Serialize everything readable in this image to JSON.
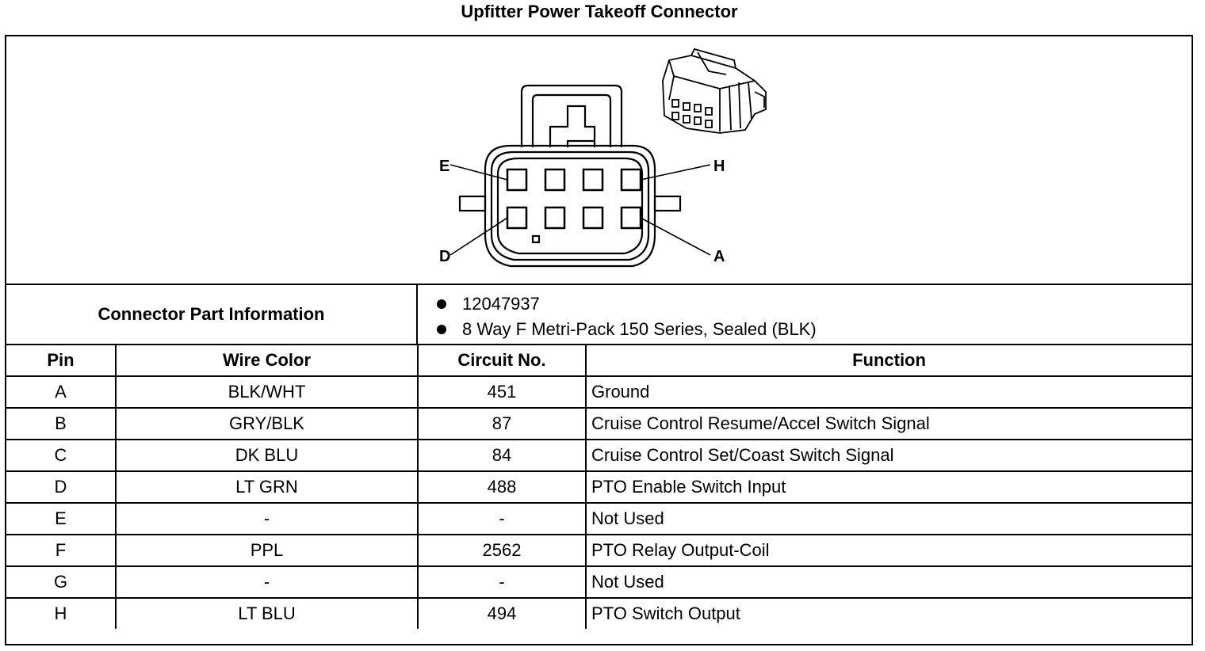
{
  "title": "Upfitter Power Takeoff Connector",
  "diagram": {
    "pin_labels": [
      "E",
      "H",
      "D",
      "A"
    ]
  },
  "part_info": {
    "label": "Connector Part Information",
    "items": [
      "12047937",
      "8 Way F Metri-Pack 150 Series, Sealed (BLK)"
    ]
  },
  "table": {
    "headers": [
      "Pin",
      "Wire Color",
      "Circuit No.",
      "Function"
    ],
    "rows": [
      {
        "pin": "A",
        "wire": "BLK/WHT",
        "circuit": "451",
        "function": "Ground"
      },
      {
        "pin": "B",
        "wire": "GRY/BLK",
        "circuit": "87",
        "function": "Cruise Control Resume/Accel Switch Signal"
      },
      {
        "pin": "C",
        "wire": "DK BLU",
        "circuit": "84",
        "function": "Cruise Control Set/Coast Switch Signal"
      },
      {
        "pin": "D",
        "wire": "LT GRN",
        "circuit": "488",
        "function": "PTO Enable Switch Input"
      },
      {
        "pin": "E",
        "wire": "-",
        "circuit": "-",
        "function": "Not Used"
      },
      {
        "pin": "F",
        "wire": "PPL",
        "circuit": "2562",
        "function": "PTO Relay Output-Coil"
      },
      {
        "pin": "G",
        "wire": "-",
        "circuit": "-",
        "function": "Not Used"
      },
      {
        "pin": "H",
        "wire": "LT BLU",
        "circuit": "494",
        "function": "PTO Switch Output"
      }
    ]
  }
}
